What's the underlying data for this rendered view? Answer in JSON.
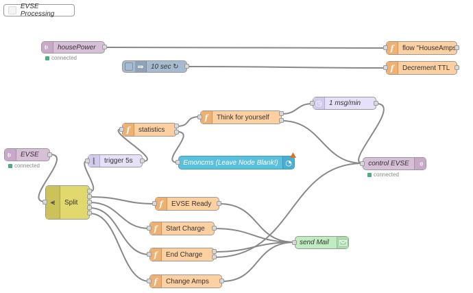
{
  "comment": {
    "label": "EVSE Processing"
  },
  "nodes": {
    "housePower": {
      "label": "housePower",
      "status": "connected"
    },
    "flowHouseAmps": {
      "label": "flow \"HouseAmps\""
    },
    "inject10": {
      "label": "10 sec ↻"
    },
    "decrementTTL": {
      "label": "Decrement TTL"
    },
    "oneMsg": {
      "label": "1 msg/min"
    },
    "thinkForYourself": {
      "label": "Think for yourself"
    },
    "statistics": {
      "label": "statistics"
    },
    "emoncms": {
      "label": "Emoncms (Leave Node Blank!)"
    },
    "controlEVSE": {
      "label": "control EVSE",
      "status": "connected"
    },
    "evse": {
      "label": "EVSE",
      "status": "connected"
    },
    "trigger5s": {
      "label": "trigger 5s"
    },
    "split": {
      "label": "Split"
    },
    "evseReady": {
      "label": "EVSE Ready"
    },
    "startCharge": {
      "label": "Start Charge"
    },
    "endCharge": {
      "label": "End Charge"
    },
    "changeAmps": {
      "label": "Change Amps"
    },
    "sendMail": {
      "label": "send Mail"
    }
  },
  "colors": {
    "function": "#fdd0a2",
    "mqtt": "#d8bfd8",
    "delay": "#e6e0f8",
    "inject": "#a6bbcf",
    "switch": "#e2d96e",
    "email": "#c0edc0",
    "emoncms": "#5bc0de",
    "wire": "#888888",
    "status_connected": "#55aa88"
  },
  "icons": {
    "function": "function-f-icon",
    "mqtt": "wireless-icon",
    "inject": "arrow-in-icon",
    "delay": "timer-icon",
    "trigger": "trigger-bracket-icon",
    "switch": "split-icon",
    "email": "envelope-icon",
    "emoncms": "gauge-icon",
    "warning": "warning-triangle-icon"
  }
}
